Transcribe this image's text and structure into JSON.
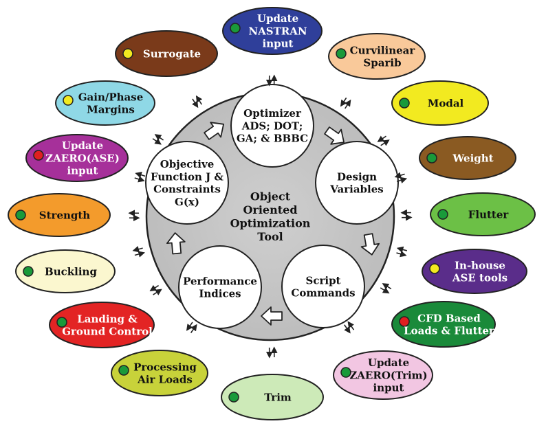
{
  "center": {
    "lines": [
      "Object",
      "Oriented",
      "Optimization",
      "Tool"
    ]
  },
  "inner_nodes": [
    {
      "id": "optimizer",
      "lines": [
        "Optimizer",
        "ADS; DOT;",
        "GA; & BBBC"
      ]
    },
    {
      "id": "design-variables",
      "lines": [
        "Design",
        "Variables"
      ]
    },
    {
      "id": "script-commands",
      "lines": [
        "Script",
        "Commands"
      ]
    },
    {
      "id": "performance-indices",
      "lines": [
        "Performance",
        "Indices"
      ]
    },
    {
      "id": "objective-function",
      "lines": [
        "Objective",
        "Function J &",
        "Constraints",
        "G(x)"
      ]
    }
  ],
  "modules": [
    {
      "id": "update-nastran",
      "lines": [
        "Update",
        "NASTRAN",
        "input"
      ],
      "fill": "#2f3f9a",
      "text_color": "#ffffff",
      "dot": "#1a9a3a"
    },
    {
      "id": "curvilinear-sparib",
      "lines": [
        "Curvilinear",
        "Sparib"
      ],
      "fill": "#f9c99a",
      "text_color": "#111111",
      "dot": "#1a9a3a"
    },
    {
      "id": "modal",
      "lines": [
        "Modal"
      ],
      "fill": "#f2ea20",
      "text_color": "#111111",
      "dot": "#1a9a3a"
    },
    {
      "id": "weight",
      "lines": [
        "Weight"
      ],
      "fill": "#8a5a22",
      "text_color": "#ffffff",
      "dot": "#1a9a3a"
    },
    {
      "id": "flutter",
      "lines": [
        "Flutter"
      ],
      "fill": "#6cc046",
      "text_color": "#111111",
      "dot": "#1a9a3a"
    },
    {
      "id": "inhouse-ase-tools",
      "lines": [
        "In-house",
        "ASE tools"
      ],
      "fill": "#5a2d8a",
      "text_color": "#ffffff",
      "dot": "#f2ea20"
    },
    {
      "id": "cfd-based-loads",
      "lines": [
        "CFD Based",
        "Loads & Flutter"
      ],
      "fill": "#1a8a3a",
      "text_color": "#ffffff",
      "dot": "#e02020"
    },
    {
      "id": "update-zaero-trim",
      "lines": [
        "Update",
        "ZAERO(Trim)",
        "input"
      ],
      "fill": "#f2c6e2",
      "text_color": "#111111",
      "dot": "#1a9a3a"
    },
    {
      "id": "trim",
      "lines": [
        "Trim"
      ],
      "fill": "#cdeab8",
      "text_color": "#111111",
      "dot": "#1a9a3a"
    },
    {
      "id": "processing-air-loads",
      "lines": [
        "Processing",
        "Air Loads"
      ],
      "fill": "#c8d23a",
      "text_color": "#111111",
      "dot": "#1a9a3a"
    },
    {
      "id": "landing-ground-control",
      "lines": [
        "Landing &",
        "Ground Control"
      ],
      "fill": "#e32424",
      "text_color": "#ffffff",
      "dot": "#1a9a3a"
    },
    {
      "id": "buckling",
      "lines": [
        "Buckling"
      ],
      "fill": "#fbf7cf",
      "text_color": "#111111",
      "dot": "#1a9a3a"
    },
    {
      "id": "strength",
      "lines": [
        "Strength"
      ],
      "fill": "#f39b2c",
      "text_color": "#111111",
      "dot": "#1a9a3a"
    },
    {
      "id": "update-zaero-ase",
      "lines": [
        "Update",
        "ZAERO(ASE)",
        "input"
      ],
      "fill": "#a6309a",
      "text_color": "#ffffff",
      "dot": "#e02020"
    },
    {
      "id": "gain-phase-margins",
      "lines": [
        "Gain/Phase",
        "Margins"
      ],
      "fill": "#8fd8e6",
      "text_color": "#111111",
      "dot": "#f2ea20"
    },
    {
      "id": "surrogate",
      "lines": [
        "Surrogate"
      ],
      "fill": "#7a3a1a",
      "text_color": "#ffffff",
      "dot": "#f2ea20"
    }
  ]
}
